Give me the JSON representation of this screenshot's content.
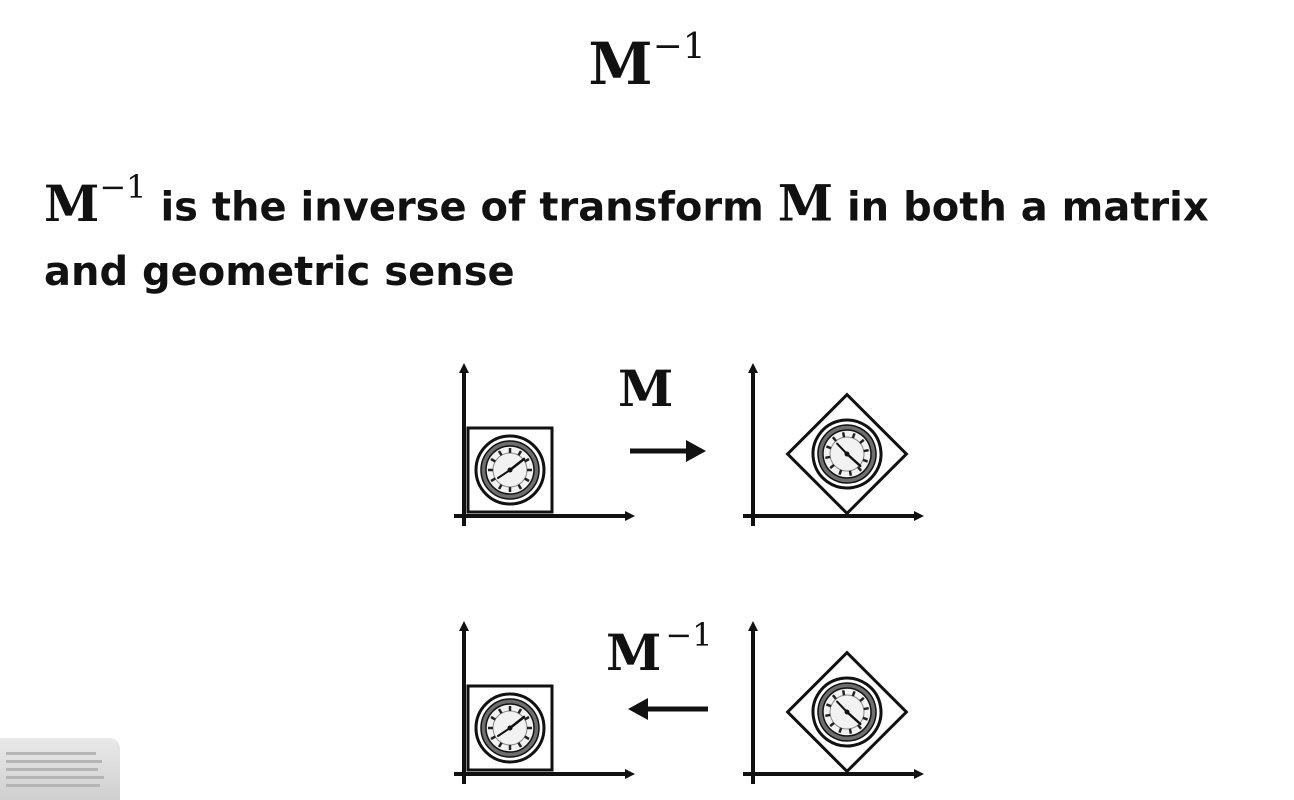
{
  "slide": {
    "title_base": "M",
    "title_exp": "−1"
  },
  "statement": {
    "symbol_base": "M",
    "symbol_exp": "−1",
    "text_part1": " is the inverse of transform ",
    "symbol2": "M",
    "text_part2": " in both a matrix and geometric sense"
  },
  "diagram": {
    "forward": {
      "label_base": "M",
      "direction": "right"
    },
    "backward": {
      "label_base": "M",
      "label_exp": "−1",
      "direction": "left"
    },
    "icons": {
      "object": "clock-icon",
      "arrow_right": "arrow-right-icon",
      "arrow_left": "arrow-left-icon"
    }
  },
  "colors": {
    "ink": "#111111",
    "background": "#ffffff"
  }
}
